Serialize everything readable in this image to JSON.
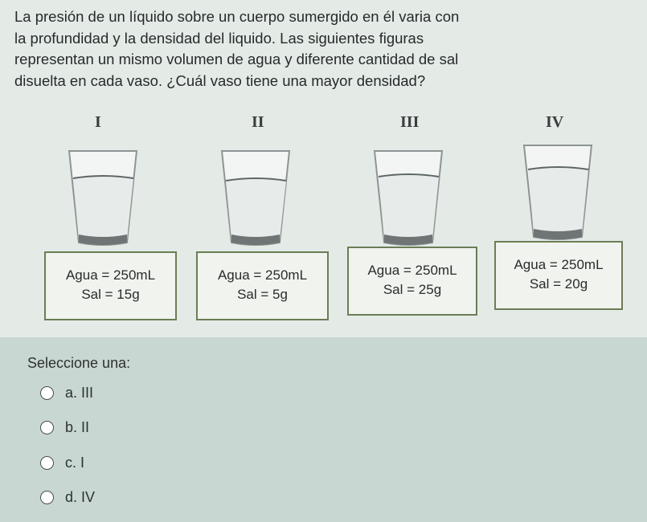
{
  "question": {
    "lines": [
      "La presión de un líquido sobre un cuerpo sumergido en él varia con",
      "la profundidad y la densidad del liquido. Las siguientes figuras",
      "representan un mismo volumen de agua y diferente cantidad de sal",
      "disuelta en cada vaso. ¿Cuál vaso tiene una mayor densidad?"
    ]
  },
  "glasses": [
    {
      "roman": "I",
      "agua": "Agua = 250mL",
      "sal": "Sal = 15g"
    },
    {
      "roman": "II",
      "agua": "Agua = 250mL",
      "sal": "Sal = 5g"
    },
    {
      "roman": "III",
      "agua": "Agua = 250mL",
      "sal": "Sal = 25g"
    },
    {
      "roman": "IV",
      "agua": "Agua = 250mL",
      "sal": "Sal = 20g"
    }
  ],
  "answer": {
    "prompt": "Seleccione una:",
    "options": [
      {
        "label": "a. III"
      },
      {
        "label": "b. II"
      },
      {
        "label": "c. I"
      },
      {
        "label": "d. IV"
      }
    ]
  },
  "colors": {
    "label_border": "#6b7d55",
    "panel_bg": "#e4ebe7",
    "page_bg": "#c9d7d2"
  }
}
